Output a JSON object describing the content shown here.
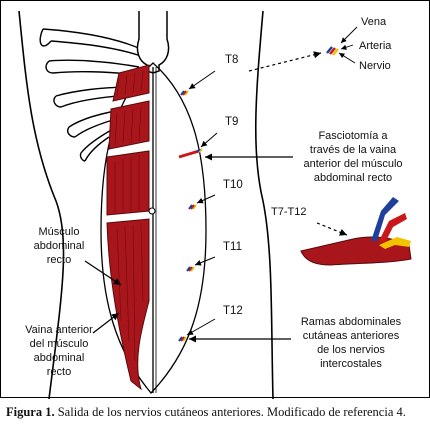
{
  "legend": {
    "vein": "Vena",
    "artery": "Arteria",
    "nerve": "Nervio"
  },
  "levels": [
    "T8",
    "T9",
    "T10",
    "T11",
    "T12"
  ],
  "labels": {
    "muscle": [
      "Músculo",
      "abdominal",
      "recto"
    ],
    "sheath": [
      "Vaina anterior",
      "del músculo",
      "abdominal",
      "recto"
    ],
    "fasciotomy": [
      "Fasciotomía a",
      "través de la vaina",
      "anterior del músculo",
      "abdominal recto"
    ],
    "range": "T7-T12",
    "branches": [
      "Ramas abdominales",
      "cutáneas anteriores",
      "de los nervios",
      "intercostales"
    ]
  },
  "caption": {
    "label": "Figura 1.",
    "text": " Salida de los nervios cutáneos anteriores. Modificado de referencia 4."
  },
  "colors": {
    "muscle": "#a8161b",
    "vein": "#1f3f9a",
    "artery": "#c8181b",
    "nerve": "#f2c200",
    "outline": "#000000"
  }
}
